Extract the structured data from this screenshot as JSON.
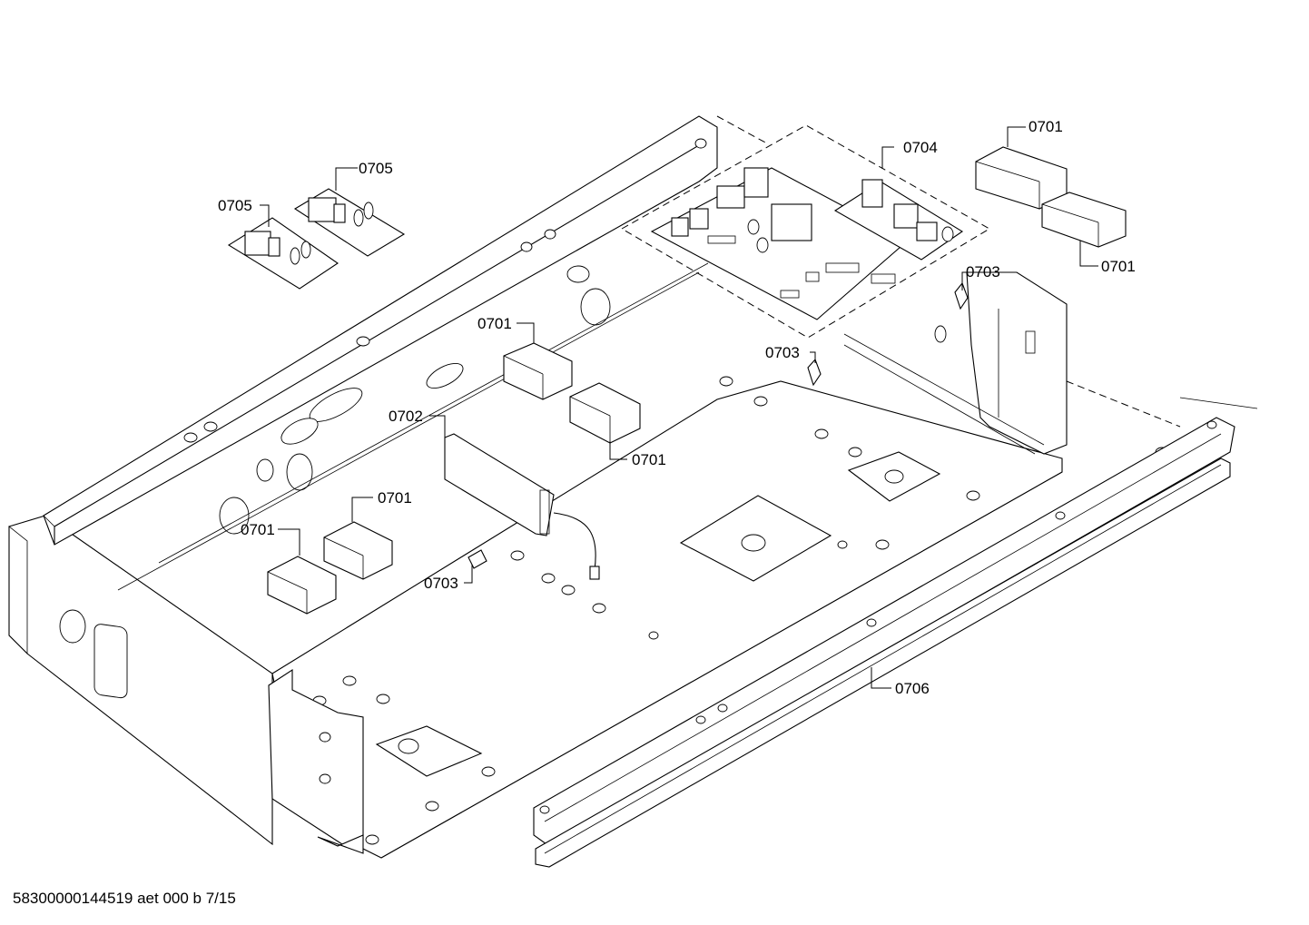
{
  "callouts": {
    "c0701_top_a": "0701",
    "c0701_top_b": "0701",
    "c0701_mid_a": "0701",
    "c0701_mid_b": "0701",
    "c0701_left_a": "0701",
    "c0701_left_b": "0701",
    "c0702": "0702",
    "c0703_right": "0703",
    "c0703_center": "0703",
    "c0703_left": "0703",
    "c0704": "0704",
    "c0705_a": "0705",
    "c0705_b": "0705",
    "c0706": "0706"
  },
  "footer": "58300000144519 aet 000 b 7/15"
}
